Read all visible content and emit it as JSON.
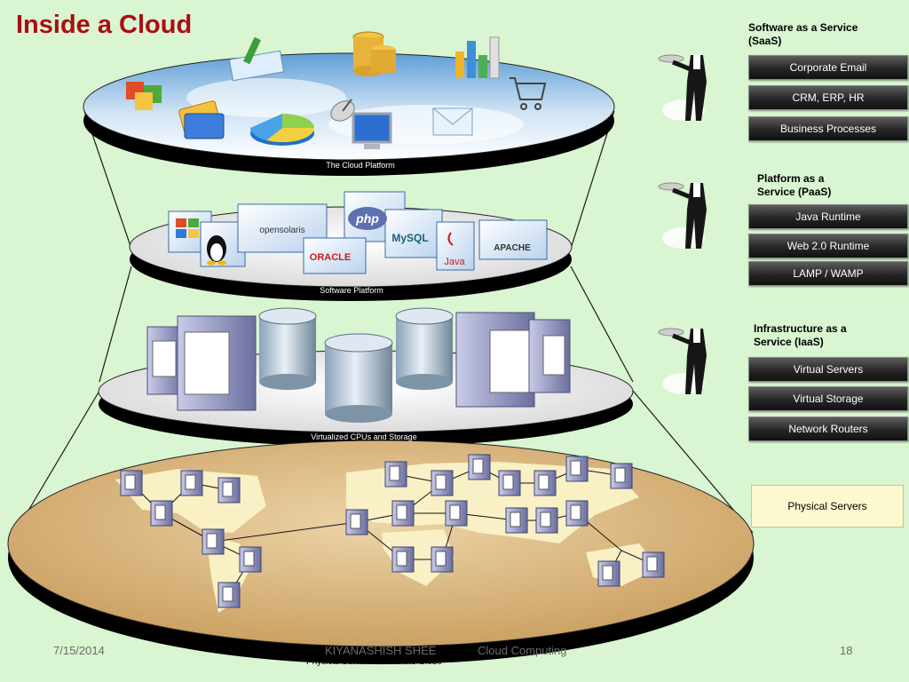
{
  "slide": {
    "title": "Inside a Cloud",
    "layers": [
      {
        "caption": "The Cloud Platform"
      },
      {
        "caption": "Software Platform",
        "logos": [
          "opensolaris",
          "php",
          "MySQL",
          "ORACLE",
          "Java",
          "APACHE"
        ]
      },
      {
        "caption": "Virtualized CPUs and Storage"
      },
      {
        "caption": "Physical Servers across the Globe"
      }
    ],
    "saas": {
      "heading_l1": "Software as a Service",
      "heading_l2": "(SaaS)",
      "items": [
        "Corporate Email",
        "CRM, ERP, HR",
        "Business Processes"
      ]
    },
    "paas": {
      "heading_l1": "Platform as a",
      "heading_l2": "Service (PaaS)",
      "items": [
        "Java Runtime",
        "Web 2.0 Runtime",
        "LAMP / WAMP"
      ]
    },
    "iaas": {
      "heading_l1": "Infrastructure as a",
      "heading_l2": "Service (IaaS)",
      "items": [
        "Virtual Servers",
        "Virtual Storage",
        "Network Routers"
      ]
    },
    "physical": "Physical Servers",
    "footer": {
      "date": "7/15/2014",
      "author": "KIYANASHISH SHEE",
      "topic": "Cloud Computing",
      "page": "18"
    },
    "colors": {
      "title": "#a80f14",
      "background": "#d9f5d1"
    },
    "icons": [
      "blocks-icon",
      "pen-icon",
      "coins-icon",
      "bar-chart-icon",
      "cart-icon",
      "credit-card-icon",
      "pie-chart-icon",
      "satellite-icon",
      "monitor-icon",
      "mail-icon",
      "windows-icon",
      "linux-icon",
      "server-icon",
      "database-icon",
      "waiter-icon"
    ]
  }
}
